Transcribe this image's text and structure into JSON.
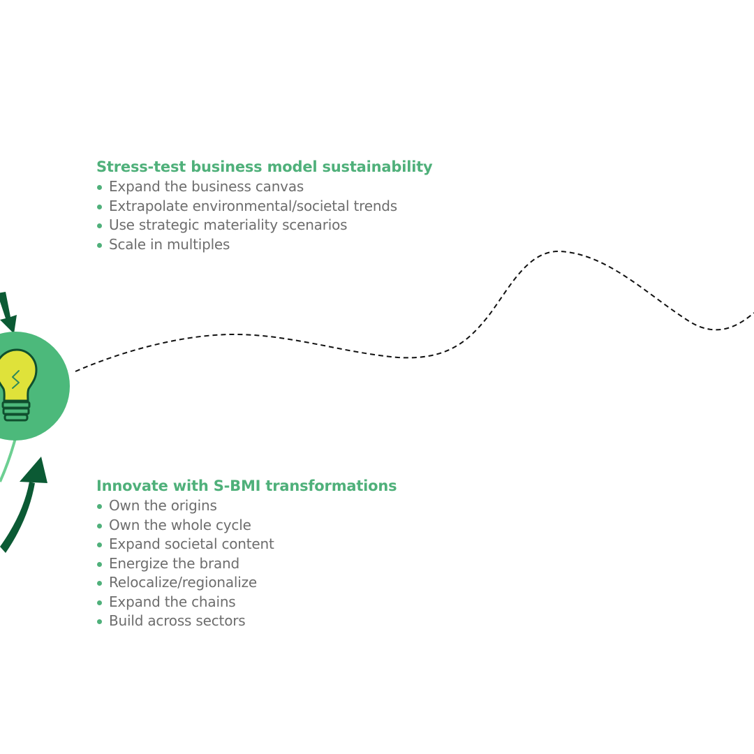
{
  "colors": {
    "heading_green": "#4fb07a",
    "body_gray": "#6d6d6d",
    "circle_green": "#4cb97b",
    "arrow_dark_green": "#0b5a34",
    "bulb_yellow": "#dfe23a",
    "path_stroke": "#111111"
  },
  "icons": [
    "lightbulb-icon",
    "arrow-down-icon",
    "arrow-up-icon"
  ],
  "stress_test": {
    "title": "Stress-test business model sustainability",
    "items": [
      "Expand the business canvas",
      "Extrapolate environmental/societal trends",
      "Use strategic materiality scenarios",
      "Scale in multiples"
    ]
  },
  "innovate": {
    "title": "Innovate with S-BMI transformations",
    "items": [
      "Own the origins",
      "Own the whole cycle",
      "Expand societal content",
      "Energize the brand",
      "Relocalize/regionalize",
      "Expand the chains",
      "Build across sectors"
    ]
  }
}
